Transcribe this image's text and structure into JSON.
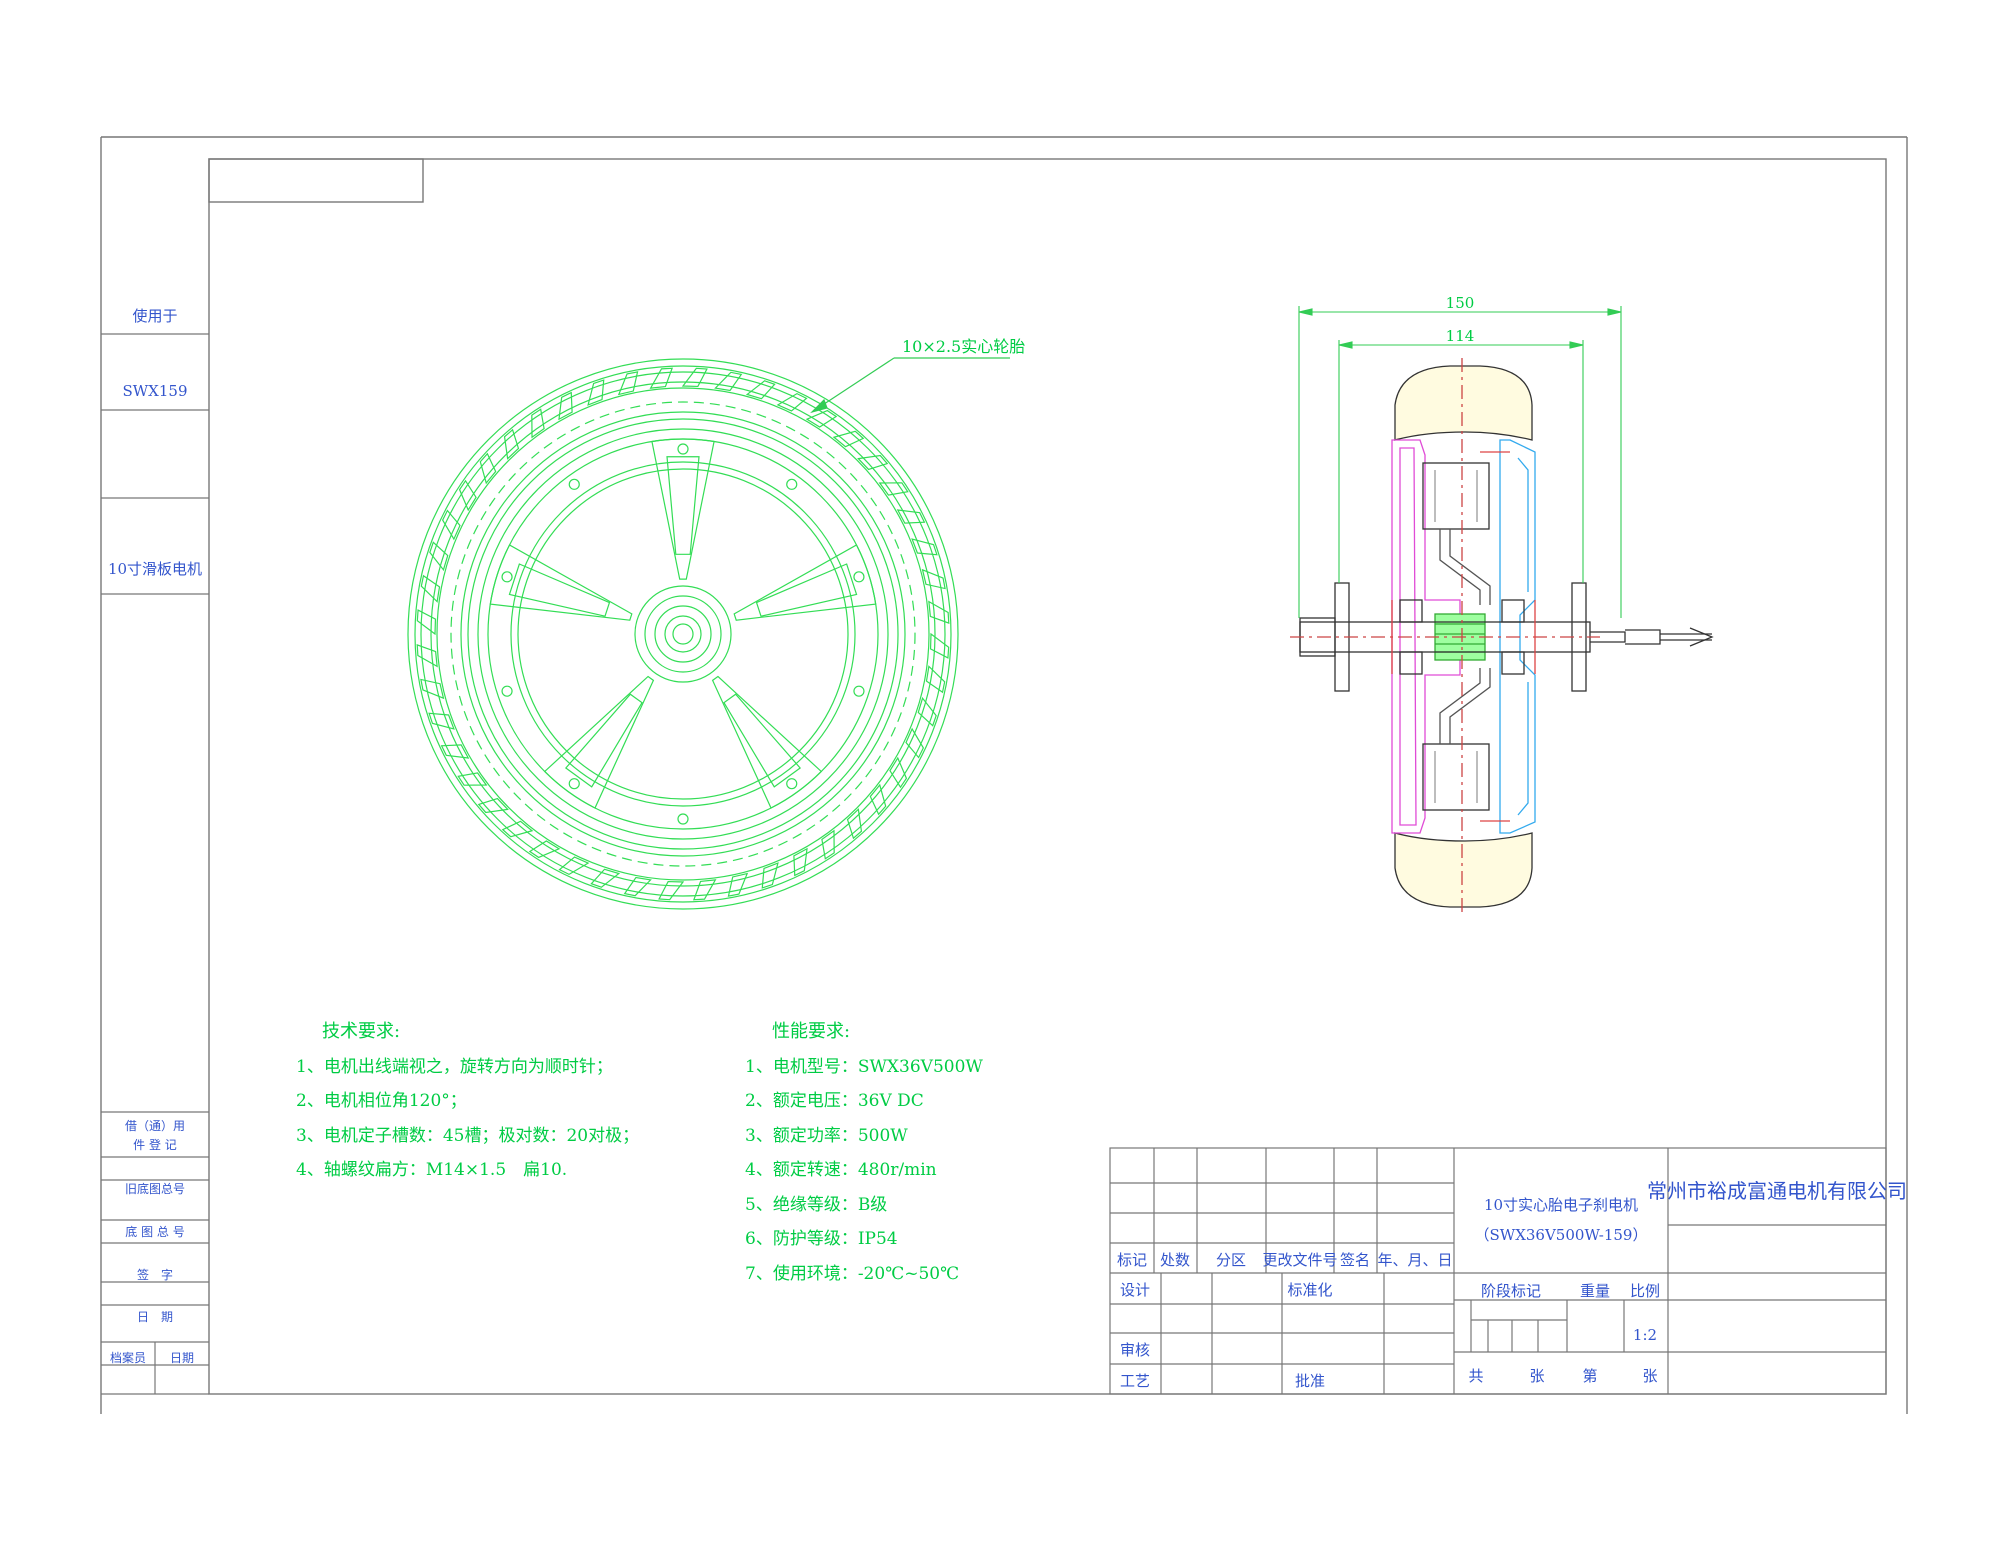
{
  "left_strip": {
    "used_for_label": "使用于",
    "model": "SWX159",
    "product": "10寸滑板电机",
    "borrow_reg_1": "借（通）用",
    "borrow_reg_2": "件 登 记",
    "old_base_no": "旧底图总号",
    "base_no": "底 图 总 号",
    "signature": "签　字",
    "date": "日　期",
    "archivist": "档案员",
    "archive_date": "日期"
  },
  "front_view": {
    "tire_label": "10×2.5实心轮胎"
  },
  "side_view": {
    "dim_outer": "150",
    "dim_inner": "114"
  },
  "tech": {
    "title": "技术要求:",
    "items": [
      "1、电机出线端视之，旋转方向为顺时针；",
      "2、电机相位角120°；",
      "3、电机定子槽数：45槽；极对数：20对极；",
      "4、轴螺纹扁方：M14×1.5　扁10."
    ]
  },
  "perf": {
    "title": "性能要求:",
    "items": [
      "1、电机型号：SWX36V500W",
      "2、额定电压：36V DC",
      "3、额定功率：500W",
      "4、额定转速：480r/min",
      "5、绝缘等级：B级",
      "6、防护等级：IP54",
      "7、使用环境：-20℃~50℃"
    ]
  },
  "title_block": {
    "name_line1": "10寸实心胎电子刹电机",
    "name_line2": "（SWX36V500W-159）",
    "company": "常州市裕成富通电机有限公司",
    "mark": "标记",
    "count": "处数",
    "zone": "分区",
    "change_doc": "更改文件号",
    "sign": "签名",
    "ymd": "年、月、日",
    "design": "设计",
    "standard": "标准化",
    "review": "审核",
    "process": "工艺",
    "approve": "批准",
    "stage_mark": "阶段标记",
    "weight": "重量",
    "scale_label": "比例",
    "scale_value": "1:2",
    "total": "共",
    "sheets": "张",
    "nth": "第",
    "sheet": "张"
  }
}
